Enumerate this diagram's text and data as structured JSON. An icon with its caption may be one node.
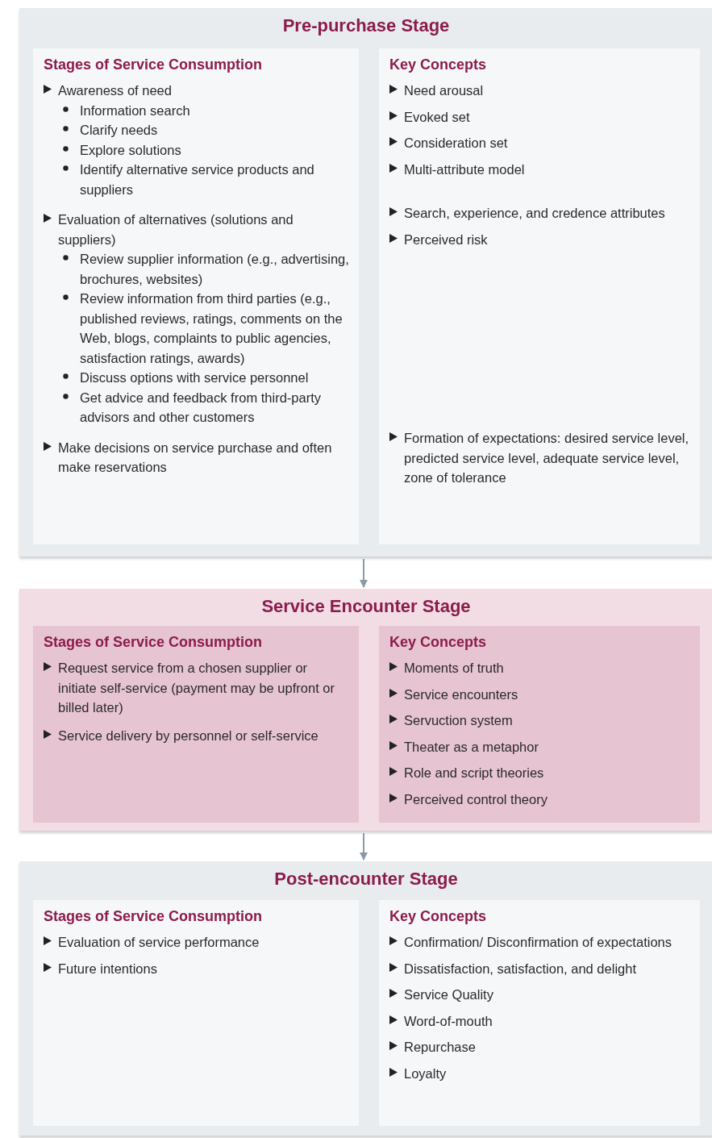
{
  "diagram": {
    "nodes": [
      {
        "text": [
          "Pre-purchase Stage"
        ]
      },
      {
        "text": [
          "Stages of Service Consumption",
          "Awareness of need",
          "Information search",
          "Clarify needs",
          "Explore solutions",
          "Identify alternative service products and suppliers",
          "Evaluation of alternatives (solutions and suppliers)",
          "Review supplier information (e.g., advertising, brochures, websites)",
          "Review information from third parties (e.g., published reviews, ratings, comments on the Web, blogs, complaints to public agencies, satisfaction ratings, awards)",
          "Discuss options with service personnel",
          "Get advice and feedback from third-party advisors and other customers",
          "Make decisions on service purchase and often make reservations"
        ],
        "in": 0
      },
      {
        "text": [
          "Key Concepts",
          "Need arousal",
          "Evoked set",
          "Consideration set",
          "Multi-attribute model",
          "Search, experience, and credence attributes",
          "Perceived risk",
          "Formation of expectations: desired service level, predicted service level, adequate service level, zone of tolerance"
        ],
        "in": 0
      },
      {
        "text": [
          "Service Encounter Stage"
        ]
      },
      {
        "text": [
          "Stages of Service Consumption",
          "Request service from a chosen supplier or initiate self-service (payment may be upfront or billed later)",
          "Service delivery by personnel or self-service"
        ],
        "in": 3
      },
      {
        "text": [
          "Key Concepts",
          "Moments of truth",
          "Service encounters",
          "Servuction system",
          "Theater as a metaphor",
          "Role and script theories",
          "Perceived control theory"
        ],
        "in": 3
      },
      {
        "text": [
          "Post-encounter Stage"
        ]
      },
      {
        "text": [
          "Stages of Service Consumption",
          "Evaluation of service performance",
          "Future intentions"
        ],
        "in": 6
      },
      {
        "text": [
          "Key Concepts",
          "Confirmation/ Disconfirmation of expectations",
          "Dissatisfaction, satisfaction, and delight",
          "Service Quality",
          "Word-of-mouth",
          "Repurchase",
          "Loyalty"
        ],
        "in": 6
      }
    ],
    "edges": [
      {
        "from": 0,
        "to": 3,
        "arrow": "to"
      },
      {
        "from": 3,
        "to": 6,
        "arrow": "to"
      }
    ]
  }
}
